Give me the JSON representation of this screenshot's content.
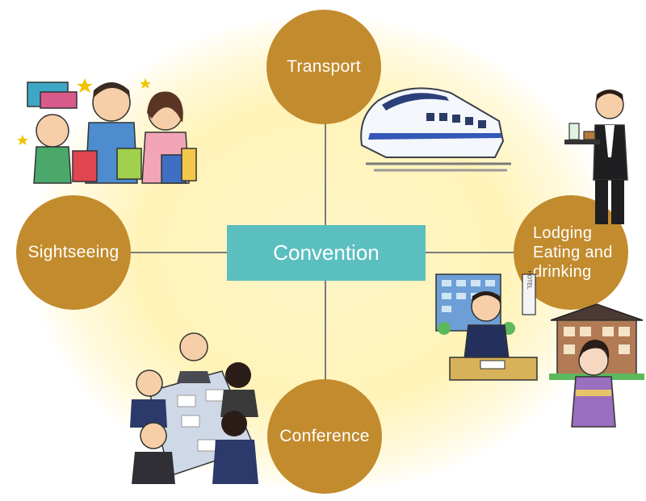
{
  "center_label": "Convention",
  "nodes": {
    "transport": "Transport",
    "sightseeing": "Sightseeing",
    "lodging": [
      "Lodging",
      "Eating and",
      "drinking"
    ],
    "conference": "Conference"
  },
  "hotel_sign": "HOTEL",
  "colors": {
    "node": "#c28b2d",
    "center": "#5bbfbf",
    "glow": "#fff3b8",
    "line": "#7a7a7a"
  }
}
